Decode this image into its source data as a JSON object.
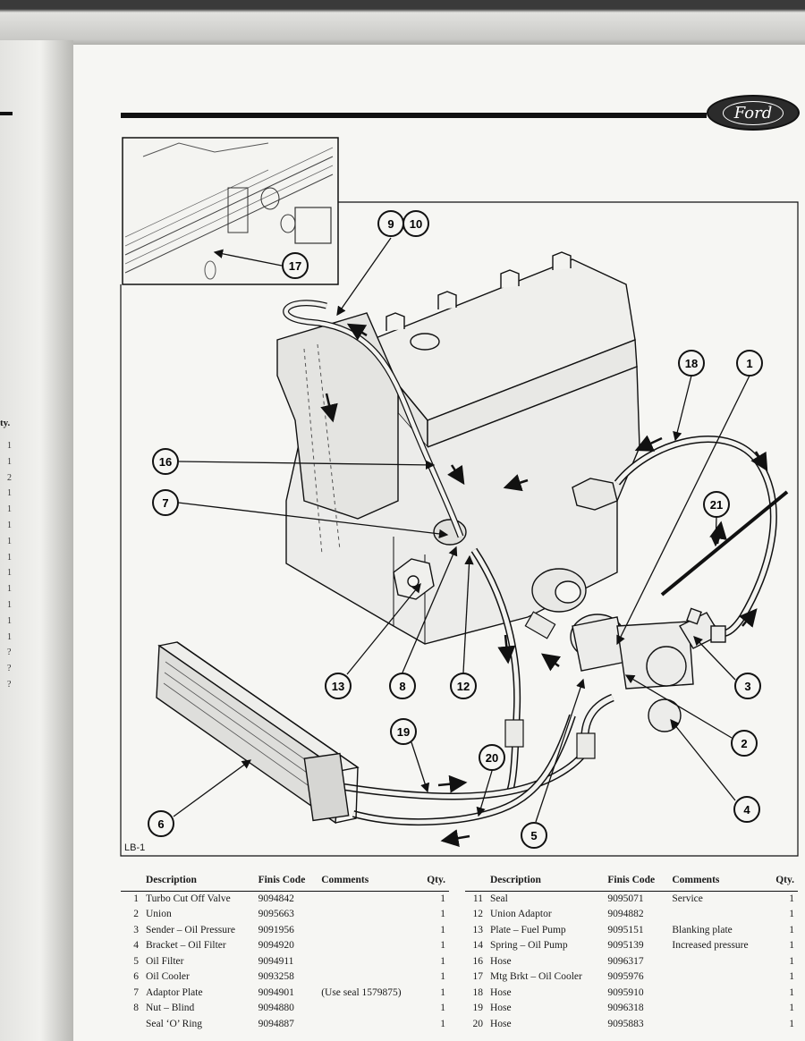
{
  "brand": {
    "logo_text": "Ford"
  },
  "figure": {
    "label": "LB-1"
  },
  "callouts": [
    "9",
    "10",
    "17",
    "18",
    "1",
    "16",
    "7",
    "21",
    "3",
    "13",
    "8",
    "12",
    "2",
    "19",
    "20",
    "4",
    "6",
    "5"
  ],
  "left_page": {
    "qty_header": "ty.",
    "qty_values": [
      "1",
      "1",
      "2",
      "1",
      "1",
      "1",
      "1",
      "1",
      "1",
      "1",
      "1",
      "1",
      "1",
      "?",
      "?",
      "?"
    ]
  },
  "parts_table": {
    "headers": {
      "description": "Description",
      "finis_code": "Finis Code",
      "comments": "Comments",
      "qty": "Qty."
    },
    "left_rows": [
      {
        "num": "1",
        "description": "Turbo Cut Off Valve",
        "finis_code": "9094842",
        "comments": "",
        "qty": "1"
      },
      {
        "num": "2",
        "description": "Union",
        "finis_code": "9095663",
        "comments": "",
        "qty": "1"
      },
      {
        "num": "3",
        "description": "Sender – Oil Pressure",
        "finis_code": "9091956",
        "comments": "",
        "qty": "1"
      },
      {
        "num": "4",
        "description": "Bracket – Oil Filter",
        "finis_code": "9094920",
        "comments": "",
        "qty": "1"
      },
      {
        "num": "5",
        "description": "Oil Filter",
        "finis_code": "9094911",
        "comments": "",
        "qty": "1"
      },
      {
        "num": "6",
        "description": "Oil Cooler",
        "finis_code": "9093258",
        "comments": "",
        "qty": "1"
      },
      {
        "num": "7",
        "description": "Adaptor Plate",
        "finis_code": "9094901",
        "comments": "(Use seal 1579875)",
        "qty": "1"
      },
      {
        "num": "8",
        "description": "Nut – Blind",
        "finis_code": "9094880",
        "comments": "",
        "qty": "1"
      },
      {
        "num": "",
        "description": "Seal ‘O’ Ring",
        "finis_code": "9094887",
        "comments": "",
        "qty": "1"
      }
    ],
    "right_rows": [
      {
        "num": "11",
        "description": "Seal",
        "finis_code": "9095071",
        "comments": "Service",
        "qty": "1"
      },
      {
        "num": "12",
        "description": "Union Adaptor",
        "finis_code": "9094882",
        "comments": "",
        "qty": "1"
      },
      {
        "num": "13",
        "description": "Plate – Fuel Pump",
        "finis_code": "9095151",
        "comments": "Blanking plate",
        "qty": "1"
      },
      {
        "num": "14",
        "description": "Spring – Oil Pump",
        "finis_code": "9095139",
        "comments": "Increased pressure",
        "qty": "1"
      },
      {
        "num": "16",
        "description": "Hose",
        "finis_code": "9096317",
        "comments": "",
        "qty": "1"
      },
      {
        "num": "17",
        "description": "Mtg Brkt – Oil Cooler",
        "finis_code": "9095976",
        "comments": "",
        "qty": "1"
      },
      {
        "num": "18",
        "description": "Hose",
        "finis_code": "9095910",
        "comments": "",
        "qty": "1"
      },
      {
        "num": "19",
        "description": "Hose",
        "finis_code": "9096318",
        "comments": "",
        "qty": "1"
      },
      {
        "num": "20",
        "description": "Hose",
        "finis_code": "9095883",
        "comments": "",
        "qty": "1"
      }
    ]
  }
}
